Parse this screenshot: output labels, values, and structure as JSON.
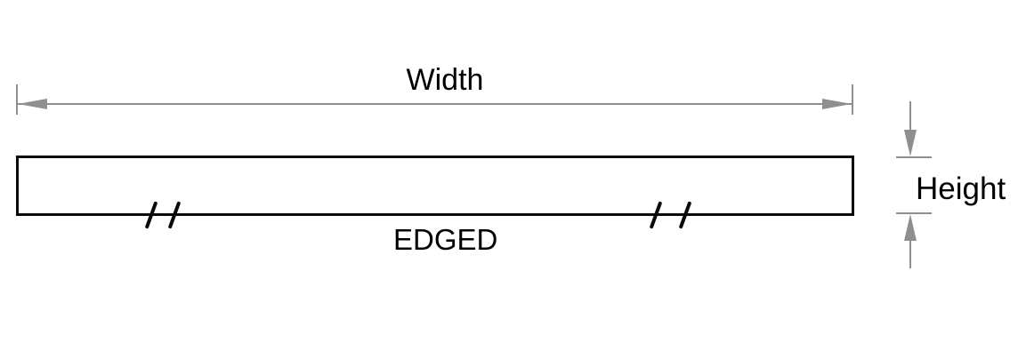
{
  "diagram": {
    "type": "technical-dimension-drawing",
    "width_label": "Width",
    "height_label": "Height",
    "board_label": "EDGED"
  },
  "icons": {
    "arrow_left": "left-pointing dimension arrowhead",
    "arrow_right": "right-pointing dimension arrowhead",
    "arrow_down": "down-pointing dimension arrowhead",
    "arrow_up": "up-pointing dimension arrowhead",
    "break_mark": "double-slash board break mark"
  },
  "colors": {
    "bg": "#ffffff",
    "dim": "#8f8f8f",
    "ink": "#0a0a0a",
    "text": "#000000"
  }
}
